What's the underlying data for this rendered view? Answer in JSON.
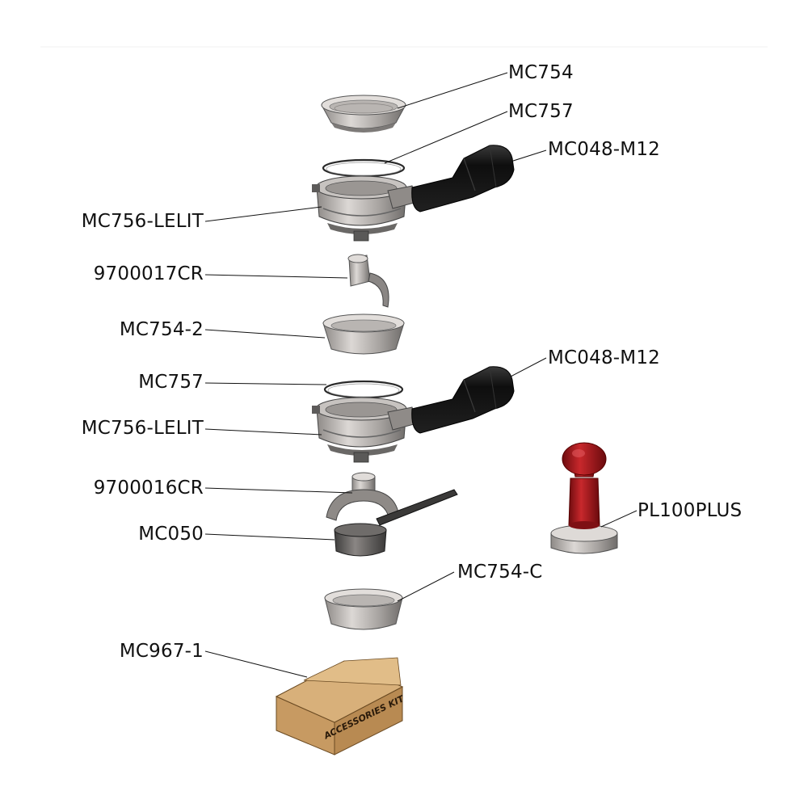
{
  "parts": {
    "mc754": "MC754",
    "mc757_top": "MC757",
    "mc048_top": "MC048-M12",
    "mc756_top": "MC756-LELIT",
    "p9700017": "9700017CR",
    "mc754_2": "MC754-2",
    "mc757_bottom": "MC757",
    "mc048_bottom": "MC048-M12",
    "mc756_bottom": "MC756-LELIT",
    "p9700016": "9700016CR",
    "mc050": "MC050",
    "pl100": "PL100PLUS",
    "mc754_c": "MC754-C",
    "mc967": "MC967-1"
  },
  "box_print": "ACCESSORIES KIT",
  "colors": {
    "steel_light": "#d6d2cf",
    "steel_mid": "#a39f9c",
    "steel_dark": "#5c5a59",
    "handle": "#1a1a1a",
    "tamper_red": "#a4161a",
    "cardboard": "#c89d66"
  }
}
